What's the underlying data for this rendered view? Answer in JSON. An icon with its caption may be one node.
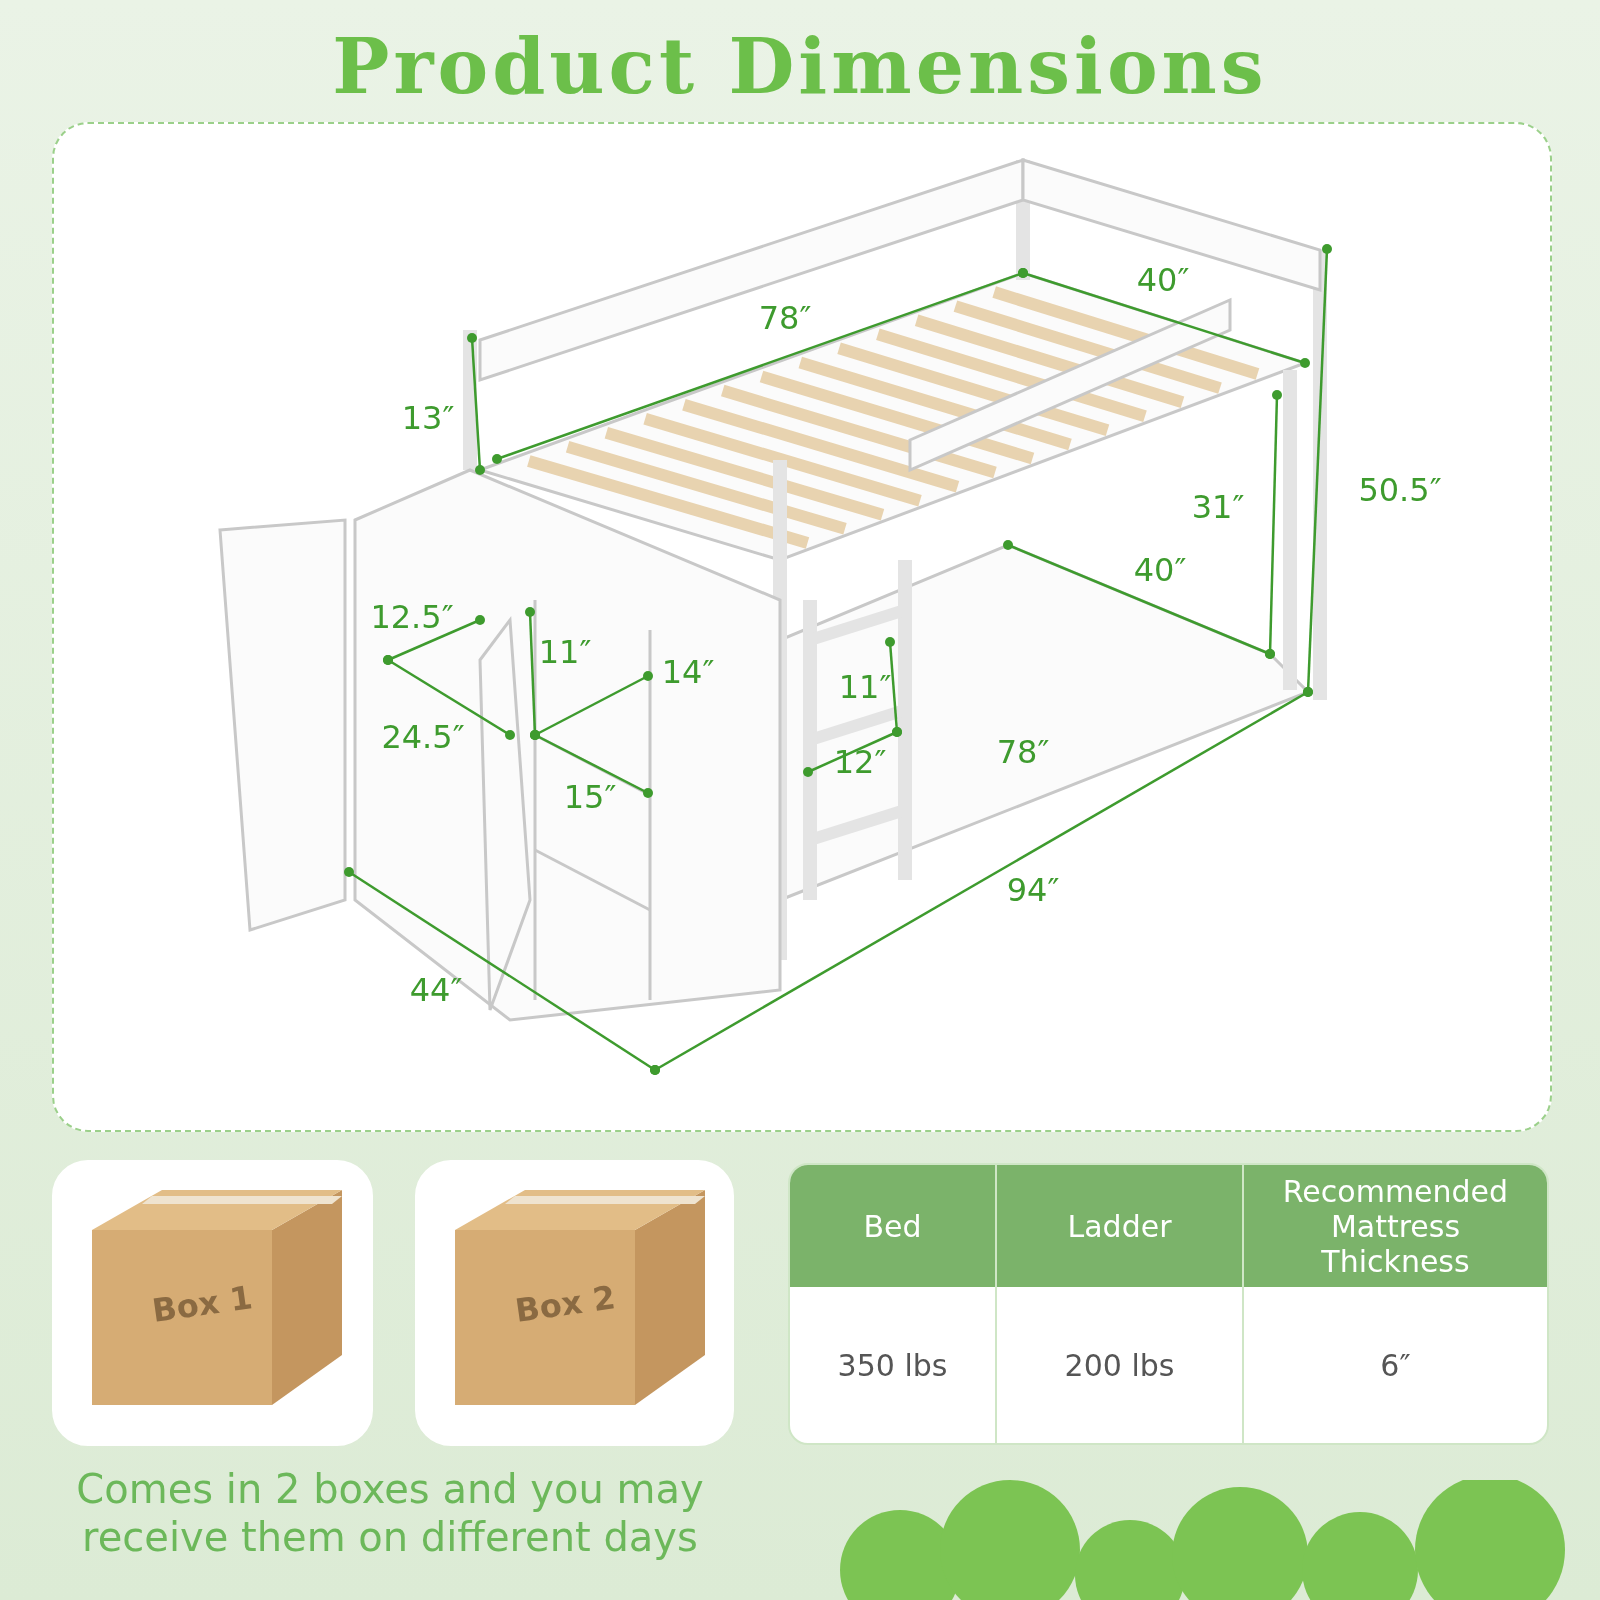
{
  "diagram": {
    "title": "Product Dimensions",
    "caption": "Comes in 2 boxes and you may receive them on different days",
    "nodes": [
      {
        "text": [
          "Box 1"
        ]
      },
      {
        "text": [
          "Box 2"
        ]
      }
    ],
    "labels": [
      "40″",
      "78″",
      "13″",
      "50.5″",
      "31″",
      "40″",
      "12.5″",
      "11″",
      "14″",
      "11″",
      "24.5″",
      "78″",
      "15″",
      "12″",
      "94″",
      "44″",
      "Bed",
      "Ladder",
      "Recommended Mattress Thickness",
      "350 lbs",
      "200 lbs",
      "6″"
    ]
  }
}
